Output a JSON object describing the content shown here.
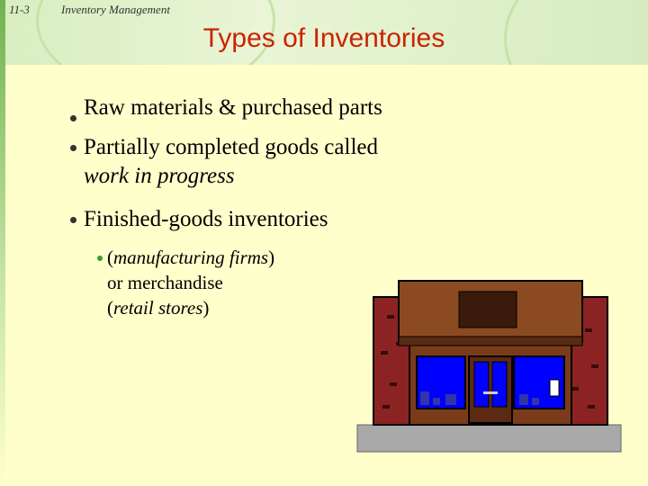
{
  "header": {
    "slide_number": "11-3",
    "course_title": "Inventory Management",
    "slide_title": "Types of Inventories"
  },
  "bullets": [
    {
      "text": "Raw materials & purchased parts"
    },
    {
      "line1": "Partially completed goods called",
      "line2": "work in progress"
    },
    {
      "text": "Finished-goods inventories"
    }
  ],
  "sub_bullet": {
    "part1_open": "(",
    "part1_italic": "manufacturing firms",
    "part1_close": ")",
    "line2": "or merchandise",
    "part3_open": "(",
    "part3_italic": "retail stores",
    "part3_close": ")"
  },
  "illustration": {
    "name": "storefront",
    "brick_color": "#8b2323",
    "awning_color": "#6b3a1e",
    "window_color": "#0000ff",
    "pavement_color": "#a9a9a9"
  }
}
